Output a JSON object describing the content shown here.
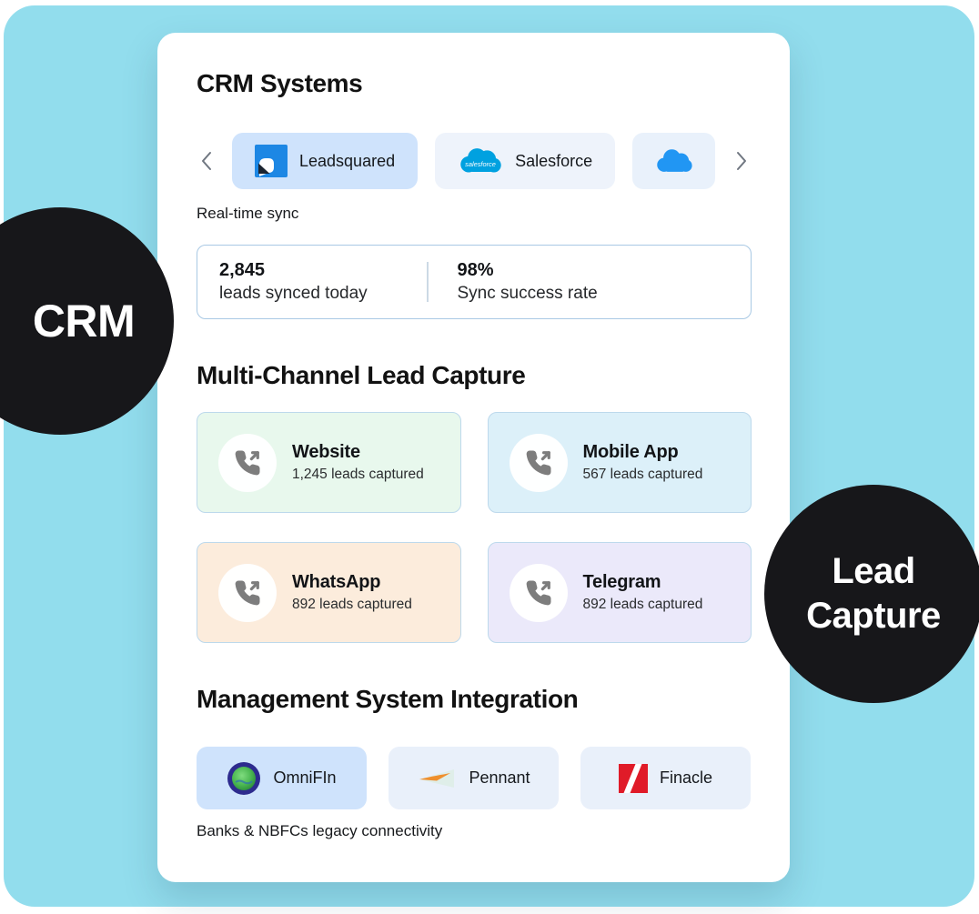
{
  "colors": {
    "background_blue": "#92dded",
    "card_white": "#ffffff",
    "badge_black": "#17171a",
    "pill_active": "#cfe3fc",
    "pill_salesforce": "#eef3fb",
    "pill_cloud": "#e9f1fb",
    "pill_default": "#e9f0fa",
    "tint_website": "#e8f8ed",
    "tint_mobile": "#dcf0f9",
    "tint_whatsapp": "#fcecdc",
    "tint_telegram": "#ebe9fa",
    "stats_border": "#a9c9e4",
    "leadsquared_blue": "#1d87e4",
    "salesforce_blue": "#00a1e0",
    "cloud_blue": "#2196f3",
    "finacle_red": "#e01b28",
    "pennant_orange": "#ef8f2e",
    "omnifin_navy": "#2d2b8e",
    "omnifin_green": "#4cb852",
    "phone_icon_gray": "#7d7d7d"
  },
  "badges": {
    "left_label": "CRM",
    "right_line1": "Lead",
    "right_line2": "Capture"
  },
  "crm_section": {
    "title": "CRM Systems",
    "items": [
      {
        "label": "Leadsquared",
        "icon": "leadsquared-logo",
        "active": true
      },
      {
        "label": "Salesforce",
        "icon": "salesforce-logo",
        "active": false
      },
      {
        "label": "",
        "icon": "cloud-icon",
        "active": false
      }
    ],
    "caption": "Real-time sync",
    "stats": [
      {
        "value": "2,845",
        "label": "leads synced today"
      },
      {
        "value": "98%",
        "label": "Sync success rate"
      }
    ]
  },
  "channels_section": {
    "title": "Multi-Channel Lead Capture",
    "cards": [
      {
        "name": "Website",
        "count": "1,245 leads captured",
        "icon": "phone-outgoing-icon"
      },
      {
        "name": "Mobile App",
        "count": "567 leads captured",
        "icon": "phone-outgoing-icon"
      },
      {
        "name": "WhatsApp",
        "count": "892 leads captured",
        "icon": "phone-outgoing-icon"
      },
      {
        "name": "Telegram",
        "count": "892 leads captured",
        "icon": "phone-outgoing-icon"
      }
    ]
  },
  "integration_section": {
    "title": "Management System Integration",
    "items": [
      {
        "label": "OmniFIn",
        "icon": "omnifin-logo",
        "active": true
      },
      {
        "label": "Pennant",
        "icon": "pennant-logo",
        "active": false
      },
      {
        "label": "Finacle",
        "icon": "finacle-logo",
        "active": false
      }
    ],
    "caption": "Banks & NBFCs legacy connectivity"
  }
}
